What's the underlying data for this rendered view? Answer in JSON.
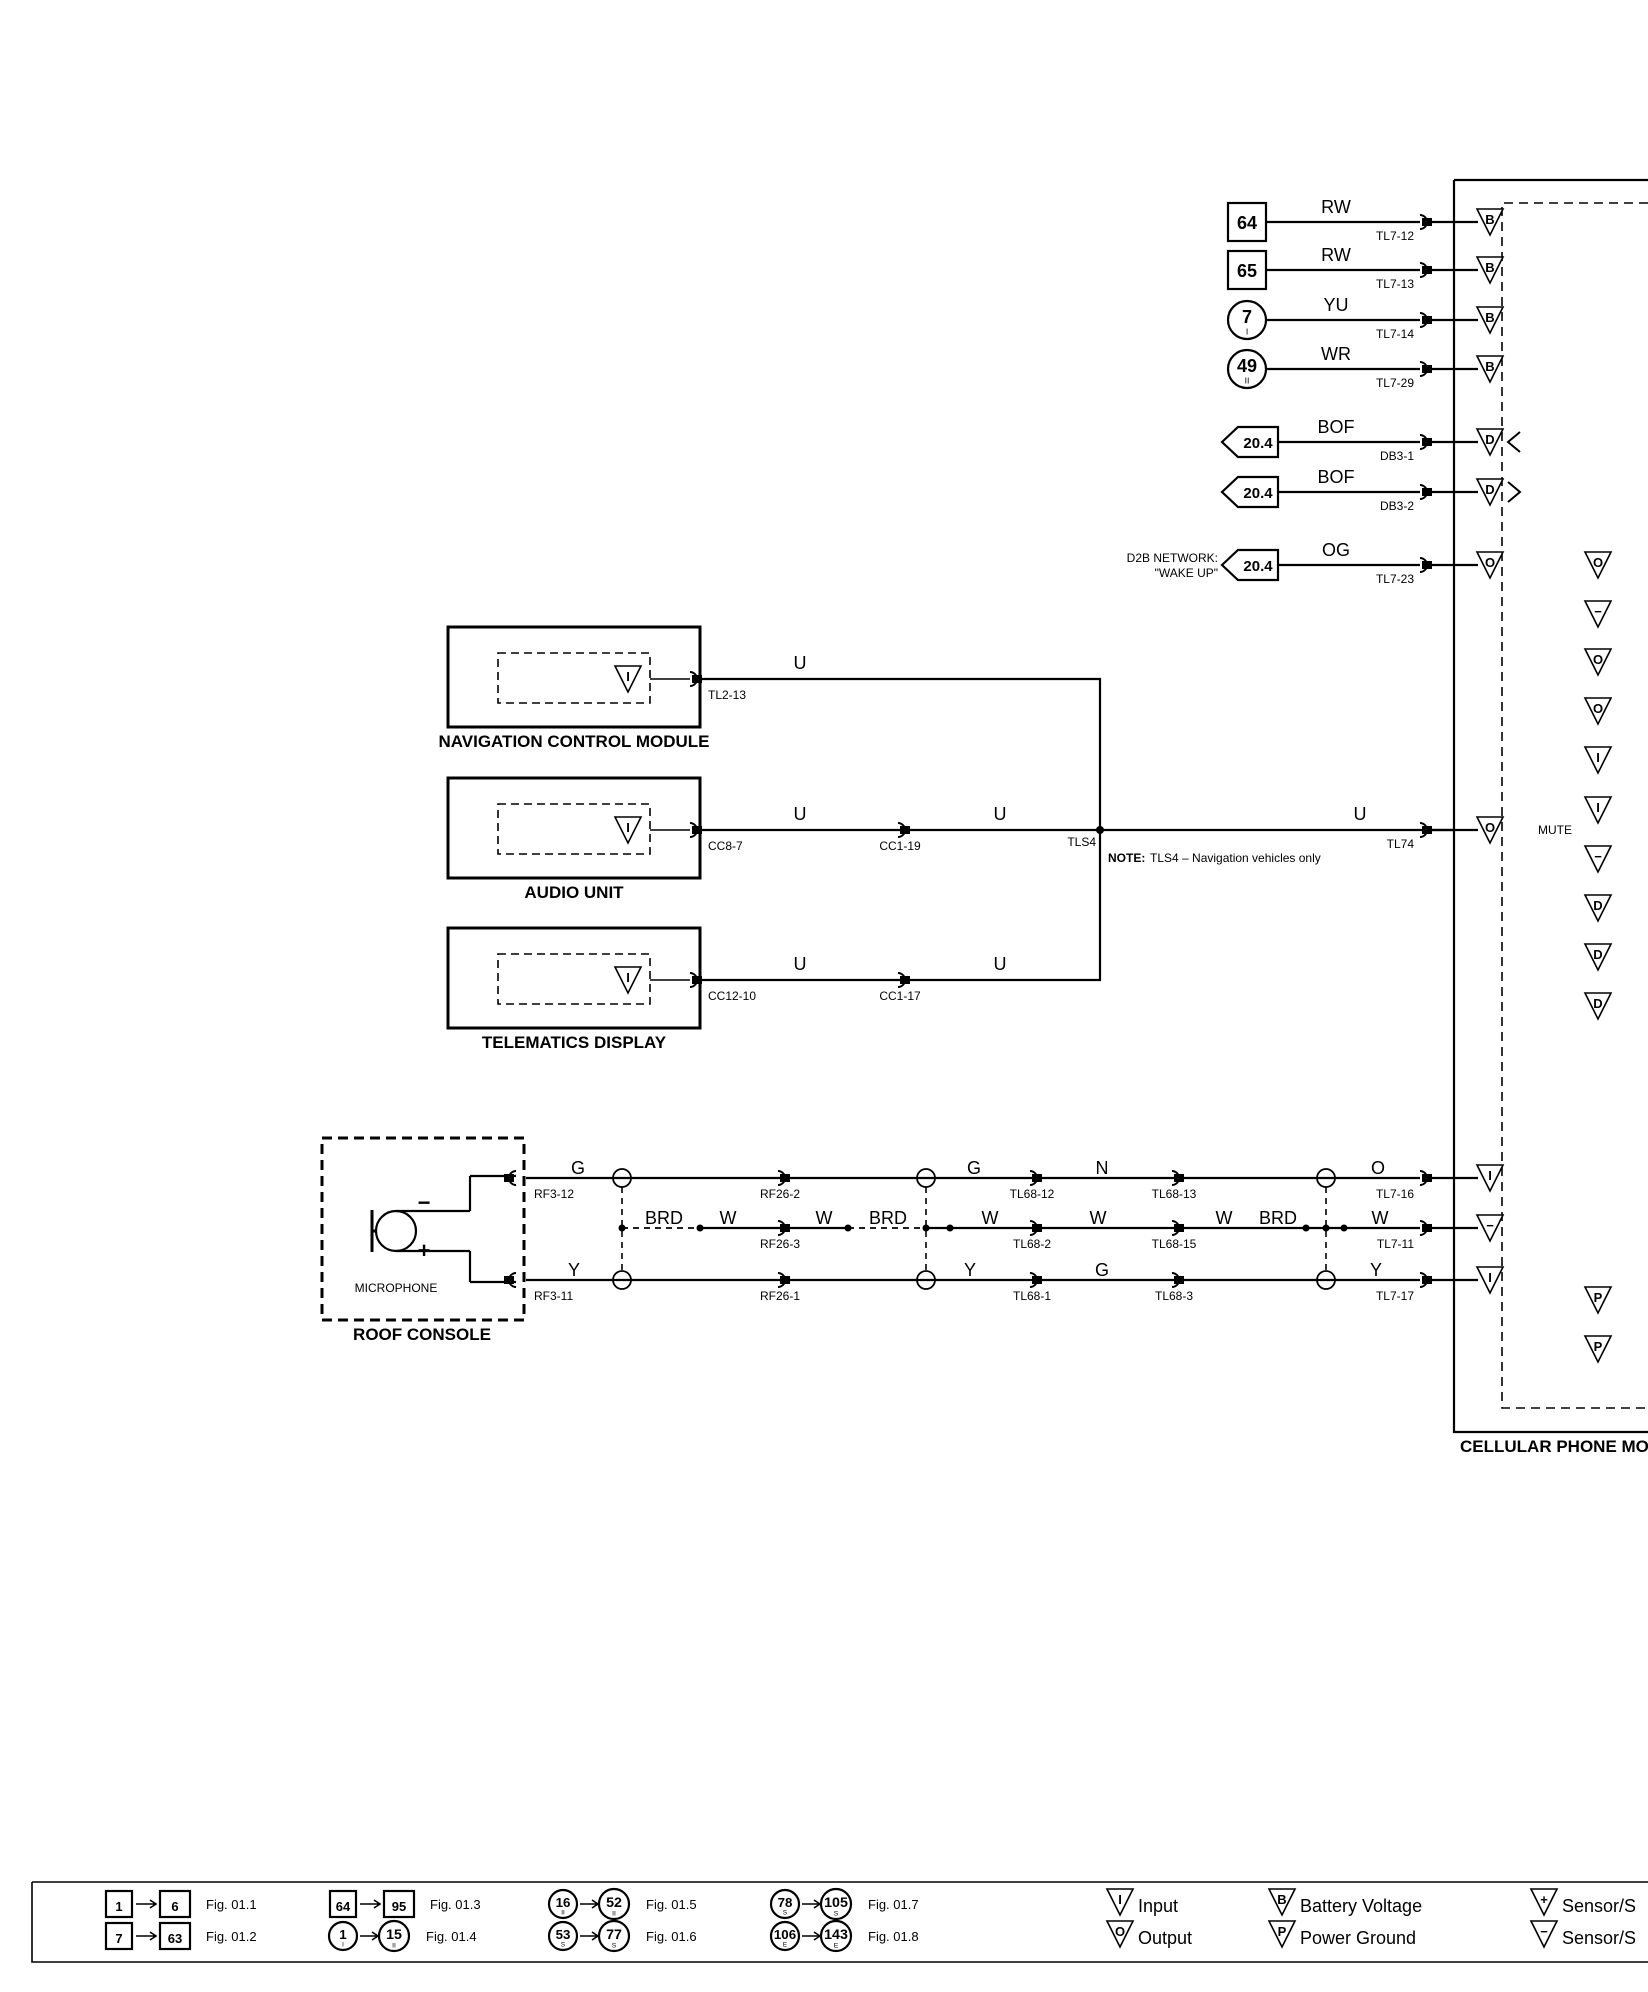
{
  "module": {
    "name": "CELLULAR PHONE MO",
    "mute_label": "MUTE"
  },
  "top_pins": [
    {
      "ref": "64",
      "ref_kind": "square",
      "ref_sub": "",
      "wire": "RW",
      "pin": "TL7-12",
      "symbol": "B"
    },
    {
      "ref": "65",
      "ref_kind": "square",
      "ref_sub": "",
      "wire": "RW",
      "pin": "TL7-13",
      "symbol": "B"
    },
    {
      "ref": "7",
      "ref_kind": "circle",
      "ref_sub": "I",
      "wire": "YU",
      "pin": "TL7-14",
      "symbol": "B"
    },
    {
      "ref": "49",
      "ref_kind": "circle",
      "ref_sub": "II",
      "wire": "WR",
      "pin": "TL7-29",
      "symbol": "B"
    },
    {
      "ref": "20.4",
      "ref_kind": "arrow",
      "ref_sub": "",
      "wire": "BOF",
      "pin": "DB3-1",
      "symbol": "D"
    },
    {
      "ref": "20.4",
      "ref_kind": "arrow",
      "ref_sub": "",
      "wire": "BOF",
      "pin": "DB3-2",
      "symbol": "D"
    },
    {
      "ref": "20.4",
      "ref_kind": "arrow",
      "ref_sub": "",
      "wire": "OG",
      "pin": "TL7-23",
      "symbol": "O"
    }
  ],
  "d2b_note": {
    "line1": "D2B NETWORK:",
    "line2": "\"WAKE UP\""
  },
  "right_symbols": [
    "O",
    "−",
    "O",
    "O",
    "I",
    "I",
    "−",
    "D",
    "D",
    "D"
  ],
  "right_bottom_symbols": [
    "P",
    "P"
  ],
  "units": [
    {
      "name": "NAVIGATION CONTROL MODULE",
      "pin": "TL2-13",
      "wire1": "U",
      "splice_pin": "",
      "wire2": ""
    },
    {
      "name": "AUDIO UNIT",
      "pin": "CC8-7",
      "wire1": "U",
      "splice_pin": "CC1-19",
      "wire2": "U"
    },
    {
      "name": "TELEMATICS DISPLAY",
      "pin": "CC12-10",
      "wire1": "U",
      "splice_pin": "CC1-17",
      "wire2": "U"
    }
  ],
  "mute_line": {
    "splice": "TLS4",
    "wire": "U",
    "pin": "TL74",
    "note_bold": "NOTE:",
    "note": "TLS4 – Navigation vehicles only"
  },
  "microphone": {
    "container": "ROOF CONSOLE",
    "device": "MICROPHONE",
    "minus": "−",
    "plus": "+",
    "rows": [
      {
        "pin_left": "RF3-12",
        "wires": [
          "G",
          "G",
          "N",
          "O"
        ],
        "pins": [
          "RF26-2",
          "TL68-12",
          "TL68-13",
          "TL7-16"
        ],
        "symbol": "I"
      },
      {
        "pin_left": "",
        "wires": [
          "BRD",
          "W",
          "W",
          "BRD",
          "W",
          "W",
          "W",
          "BRD",
          "W"
        ],
        "pins": [
          "RF26-3",
          "TL68-2",
          "TL68-15",
          "TL7-11"
        ],
        "symbol": "−"
      },
      {
        "pin_left": "RF3-11",
        "wires": [
          "Y",
          "Y",
          "G",
          "Y"
        ],
        "pins": [
          "RF26-1",
          "TL68-1",
          "TL68-3",
          "TL7-17"
        ],
        "symbol": "I"
      }
    ]
  },
  "legend": {
    "figs": [
      {
        "a": "1",
        "b": "6",
        "fig": "Fig. 01.1"
      },
      {
        "a": "7",
        "b": "63",
        "fig": "Fig. 01.2"
      },
      {
        "a": "64",
        "b": "95",
        "fig": "Fig. 01.3"
      },
      {
        "a": "1",
        "a_sub": "I",
        "b": "15",
        "b_sub": "II",
        "fig": "Fig. 01.4"
      },
      {
        "a": "16",
        "a_sub": "II",
        "b": "52",
        "b_sub": "II",
        "fig": "Fig. 01.5"
      },
      {
        "a": "53",
        "a_sub": "S",
        "b": "77",
        "b_sub": "S",
        "fig": "Fig. 01.6"
      },
      {
        "a": "78",
        "a_sub": "S",
        "b": "105",
        "b_sub": "S",
        "fig": "Fig. 01.7"
      },
      {
        "a": "106",
        "a_sub": "E",
        "b": "143",
        "b_sub": "E",
        "fig": "Fig. 01.8"
      }
    ],
    "symbols": [
      {
        "glyph": "I",
        "label": "Input"
      },
      {
        "glyph": "O",
        "label": "Output"
      },
      {
        "glyph": "B",
        "label": "Battery Voltage"
      },
      {
        "glyph": "P",
        "label": "Power Ground"
      },
      {
        "glyph": "+",
        "label": "Sensor/S"
      },
      {
        "glyph": "−",
        "label": "Sensor/S"
      }
    ]
  }
}
